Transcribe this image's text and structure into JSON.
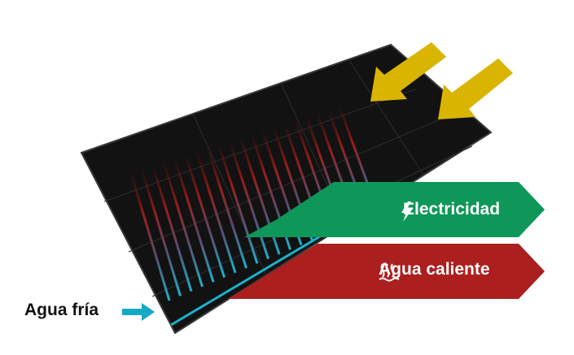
{
  "labels": {
    "electricity": "Electricidad",
    "hot_water": "Agua caliente",
    "cold_water": "Agua fría"
  },
  "icons": {
    "electricity": "lightning-bolt-icon",
    "hot_water": "heat-waves-icon",
    "cold_water": "arrow-right-icon",
    "sun": "sunlight-arrow-icon"
  },
  "colors": {
    "electricity_band": "#0e9758",
    "hot_water_band": "#ac1f1f",
    "sunlight_arrow": "#d9b400",
    "cold_water_arrow": "#17a9c3",
    "panel": "#111111"
  }
}
